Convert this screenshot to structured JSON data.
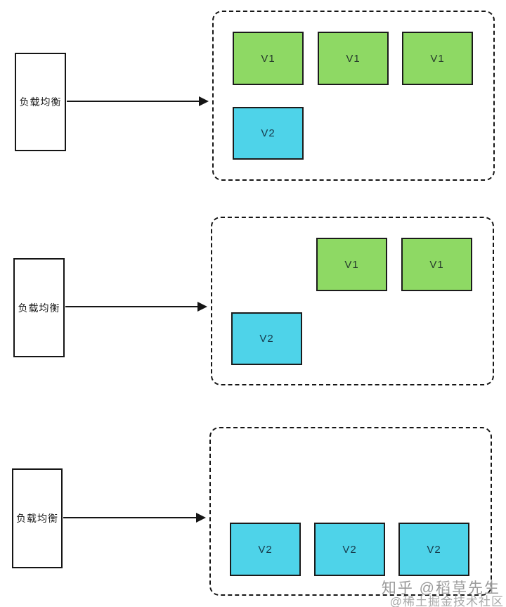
{
  "diagram": {
    "description": "rolling-deployment-load-balancer-diagram",
    "colors": {
      "v1_fill": "#8ed964",
      "v2_fill": "#4ed3e9",
      "line": "#151515"
    },
    "sections": [
      {
        "lb_label": "负载均衡",
        "nodes": [
          {
            "label": "V1",
            "version": "v1"
          },
          {
            "label": "V1",
            "version": "v1"
          },
          {
            "label": "V1",
            "version": "v1"
          },
          {
            "label": "V2",
            "version": "v2"
          }
        ]
      },
      {
        "lb_label": "负载均衡",
        "nodes": [
          {
            "label": "V1",
            "version": "v1"
          },
          {
            "label": "V1",
            "version": "v1"
          },
          {
            "label": "V2",
            "version": "v2"
          }
        ]
      },
      {
        "lb_label": "负载均衡",
        "nodes": [
          {
            "label": "V2",
            "version": "v2"
          },
          {
            "label": "V2",
            "version": "v2"
          },
          {
            "label": "V2",
            "version": "v2"
          }
        ]
      }
    ],
    "watermark": {
      "line1": "知乎 @稻草先生",
      "line2": "@稀土掘金技术社区"
    }
  }
}
